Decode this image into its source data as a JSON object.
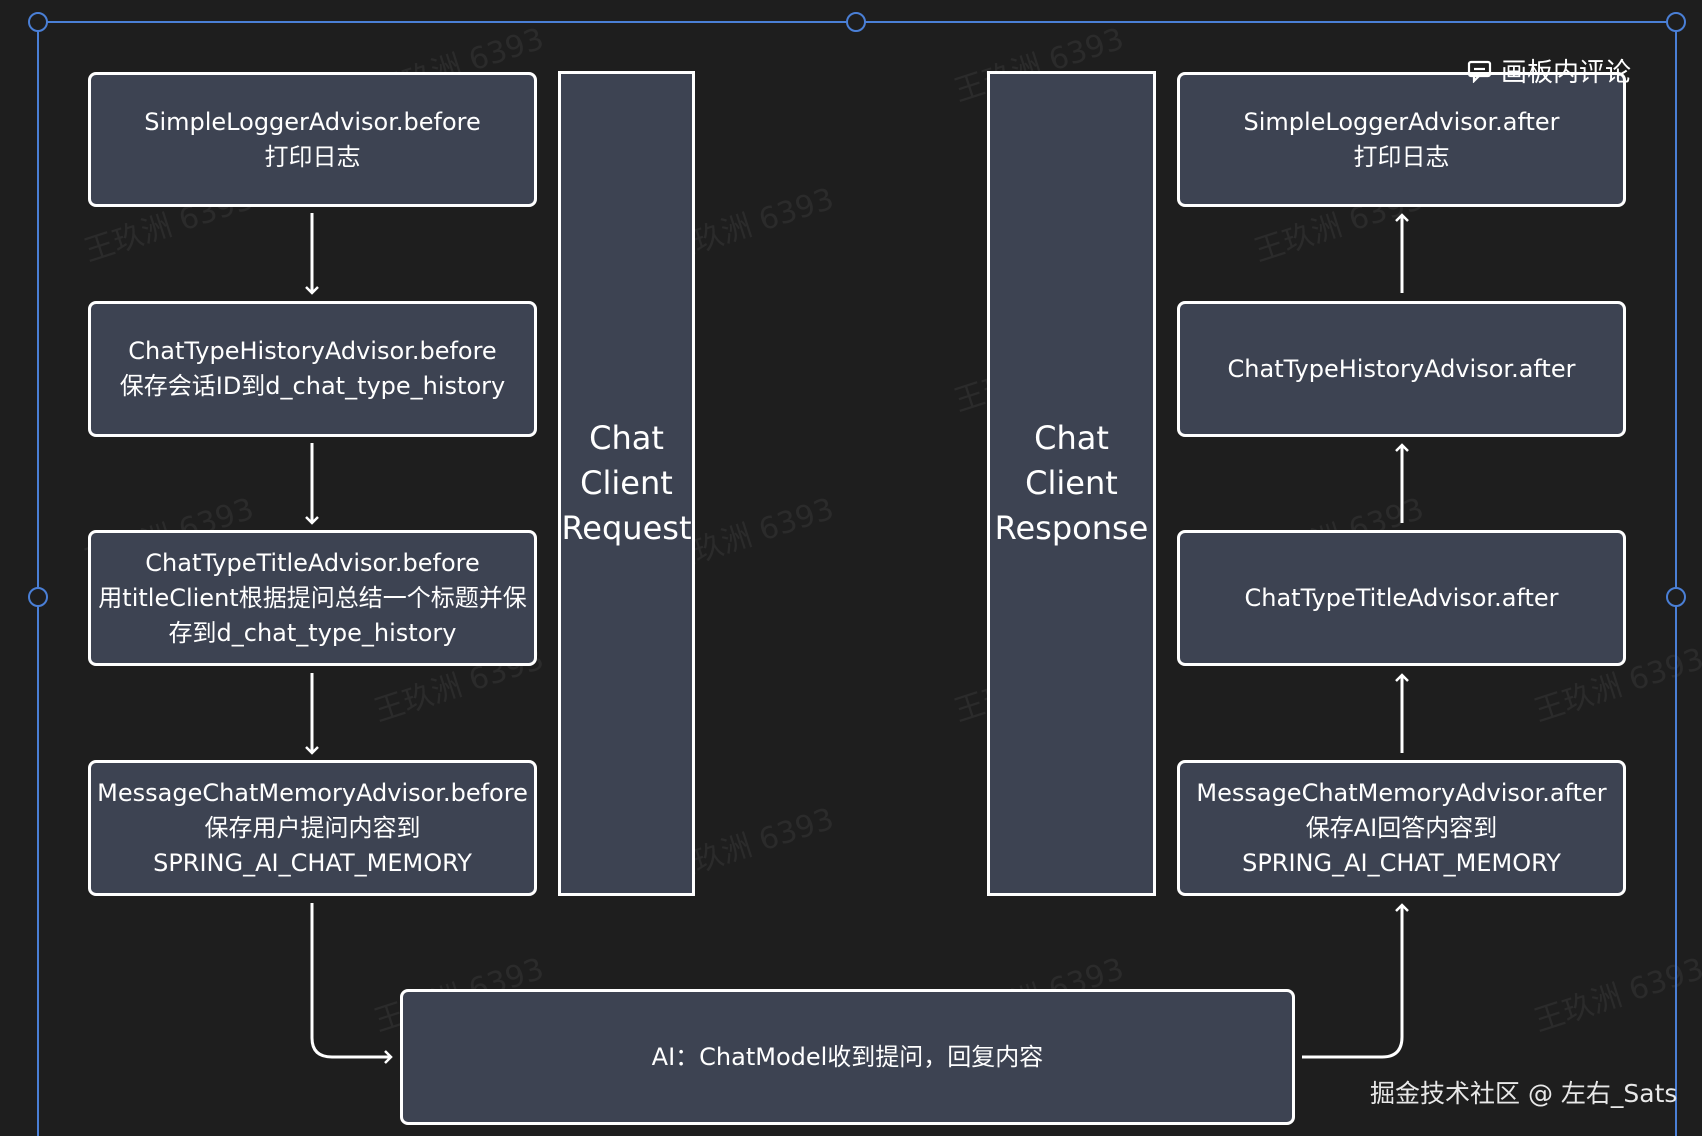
{
  "request_column": {
    "label": "Chat\nClient\nRequest"
  },
  "response_column": {
    "label": "Chat\nClient\nResponse"
  },
  "left_boxes": [
    {
      "lines": [
        "SimpleLoggerAdvisor.before",
        "打印日志"
      ]
    },
    {
      "lines": [
        "ChatTypeHistoryAdvisor.before",
        "保存会话ID到d_chat_type_history"
      ]
    },
    {
      "lines": [
        "ChatTypeTitleAdvisor.before",
        "用titleClient根据提问总结一个标题并保",
        "存到d_chat_type_history"
      ]
    },
    {
      "lines": [
        "MessageChatMemoryAdvisor.before",
        "保存用户提问内容到",
        "SPRING_AI_CHAT_MEMORY"
      ]
    }
  ],
  "right_boxes": [
    {
      "lines": [
        "SimpleLoggerAdvisor.after",
        "打印日志"
      ]
    },
    {
      "lines": [
        "ChatTypeHistoryAdvisor.after"
      ]
    },
    {
      "lines": [
        "ChatTypeTitleAdvisor.after"
      ]
    },
    {
      "lines": [
        "MessageChatMemoryAdvisor.after",
        "保存AI回答内容到",
        "SPRING_AI_CHAT_MEMORY"
      ]
    }
  ],
  "ai_box": {
    "label": "AI：ChatModel收到提问，回复内容"
  },
  "comment_button": {
    "label": "画板内评论",
    "icon": "comment-icon"
  },
  "credit": "掘金技术社区 @ 左右_Sats",
  "watermark": "王玖洲 6393",
  "colors": {
    "background": "#1e1e1e",
    "box_fill": "#3d4352",
    "stroke": "#ffffff",
    "selection": "#4a7fd6"
  }
}
